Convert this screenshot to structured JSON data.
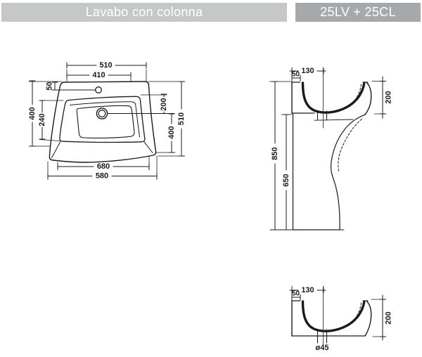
{
  "header": {
    "title": "Lavabo con colonna",
    "code": "25LV + 25CL",
    "title_bg": "#c5c7c9",
    "code_bg": "#a6a8ab",
    "text_color": "#ffffff"
  },
  "line_color": "#1a1a1a",
  "plan_view": {
    "name": "washbasin plan view",
    "dims": {
      "width_top": "510",
      "width_faucet": "410",
      "offset_back": "50",
      "depth_left": "400",
      "bowl_depth": "240",
      "drain_from_back": "200",
      "drain_to_front": "400",
      "depth_right": "510",
      "width_bowl": "680",
      "width_bottom": "580"
    }
  },
  "side_view_pedestal": {
    "name": "washbasin with pedestal side view",
    "dims": {
      "drain_offset": "130",
      "rim_width": "50",
      "basin_height": "200",
      "total_height": "850",
      "pedestal_height": "650"
    }
  },
  "side_view_basin": {
    "name": "washbasin side view",
    "dims": {
      "drain_offset": "130",
      "rim_width": "50",
      "basin_height": "200",
      "drain_diameter": "ø45"
    }
  }
}
